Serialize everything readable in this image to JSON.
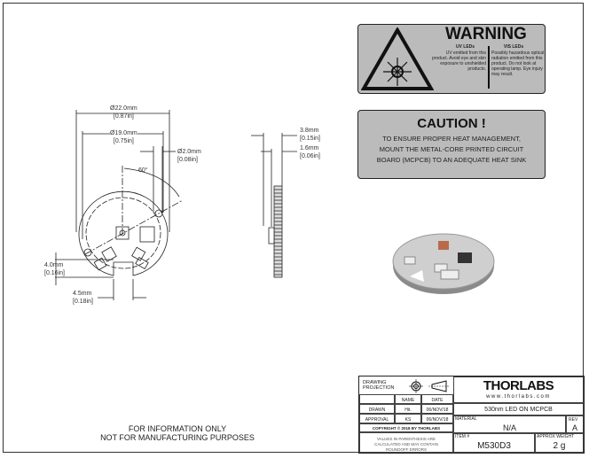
{
  "warning": {
    "title": "WARNING",
    "uv_head": "UV LEDs",
    "uv_text": "UV emitted from this product. Avoid eye and skin exposure to unshielded products.",
    "vis_head": "VIS LEDs",
    "vis_text": "Possibly hazardous optical radiation emitted from this product. Do not look at operating lamp. Eye injury may result."
  },
  "caution": {
    "title": "CAUTION !",
    "line1": "TO ENSURE PROPER HEAT MANAGEMENT,",
    "line2": "MOUNT THE METAL-CORE PRINTED CIRCUIT",
    "line3": "BOARD (MCPCB) TO AN ADEQUATE HEAT SINK"
  },
  "dims": {
    "d22_mm": "Ø22.0mm",
    "d22_in": "[0.87in]",
    "d19_mm": "Ø19.0mm",
    "d19_in": "[0.75in]",
    "d2_mm": "Ø2.0mm",
    "d2_in": "[0.08in]",
    "angle": "60°",
    "h4_mm": "4.0mm",
    "h4_in": "[0.16in]",
    "w45_mm": "4.5mm",
    "w45_in": "[0.18in]",
    "t38_mm": "3.8mm",
    "t38_in": "[0.15in]",
    "t16_mm": "1.6mm",
    "t16_in": "[0.06in]"
  },
  "notice": {
    "line1": "FOR INFORMATION ONLY",
    "line2": "NOT FOR MANUFACTURING PURPOSES"
  },
  "title_block": {
    "projection": "DRAWING PROJECTION",
    "name_h": "NAME",
    "date_h": "DATE",
    "drawn": "DRAWN",
    "drawn_name": "Hit.",
    "drawn_date": "06/NOV/18",
    "approval": "APPROVAL",
    "approval_name": "KS",
    "approval_date": "06/NOV/18",
    "copyright": "COPYRIGHT © 2018 BY THORLABS",
    "note": "VALUES IN PARENTHESIS ARE CALCULATED AND MAY CONTAIN ROUNDOFF ERRORS",
    "logo": "THORLABS",
    "url": "www.thorlabs.com",
    "description": "530nm LED ON MCPCB",
    "material_h": "MATERIAL",
    "material": "N/A",
    "rev_h": "REV",
    "rev": "A",
    "item_h": "ITEM #",
    "item": "M530D3",
    "weight_h": "APPROX WEIGHT",
    "weight": "2 g"
  }
}
